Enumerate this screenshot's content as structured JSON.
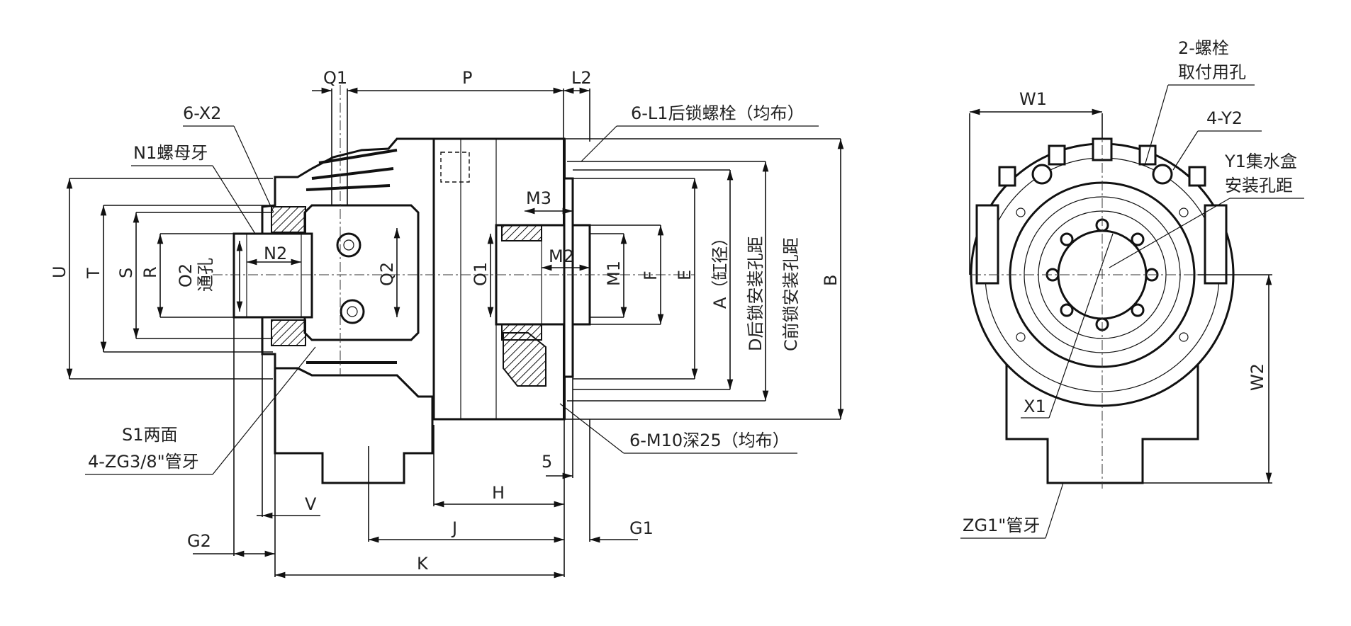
{
  "side_view": {
    "dims": {
      "Q1": "Q1",
      "P": "P",
      "L2": "L2",
      "U": "U",
      "T": "T",
      "S": "S",
      "R": "R",
      "O2": "O2",
      "through_hole": "通孔",
      "N2": "N2",
      "Q2": "Q2",
      "O1": "O1",
      "M3": "M3",
      "M2": "M2",
      "M1": "M1",
      "F": "F",
      "E": "E",
      "A": "A（缸径）",
      "D": "D后锁安装孔距",
      "C": "C前锁安装孔距",
      "B": "B",
      "H": "H",
      "J": "J",
      "K": "K",
      "V": "V",
      "G1": "G1",
      "G2": "G2",
      "five": "5"
    },
    "callouts": {
      "six_x2": "6-X2",
      "n1": "N1螺母牙",
      "six_l1": "6-L1后锁螺栓（均布）",
      "s1": "S1两面",
      "zg38": "4-ZG3/8\"管牙",
      "m10": "6-M10深25（均布）"
    }
  },
  "front_view": {
    "labels": {
      "w1": "W1",
      "w2": "W2",
      "bolt_line1": "2-螺栓",
      "bolt_line2": "取付用孔",
      "y2": "4-Y2",
      "y1_line1": "Y1集水盒",
      "y1_line2": "安装孔距",
      "x1": "X1",
      "zg1": "ZG1\"管牙"
    }
  }
}
